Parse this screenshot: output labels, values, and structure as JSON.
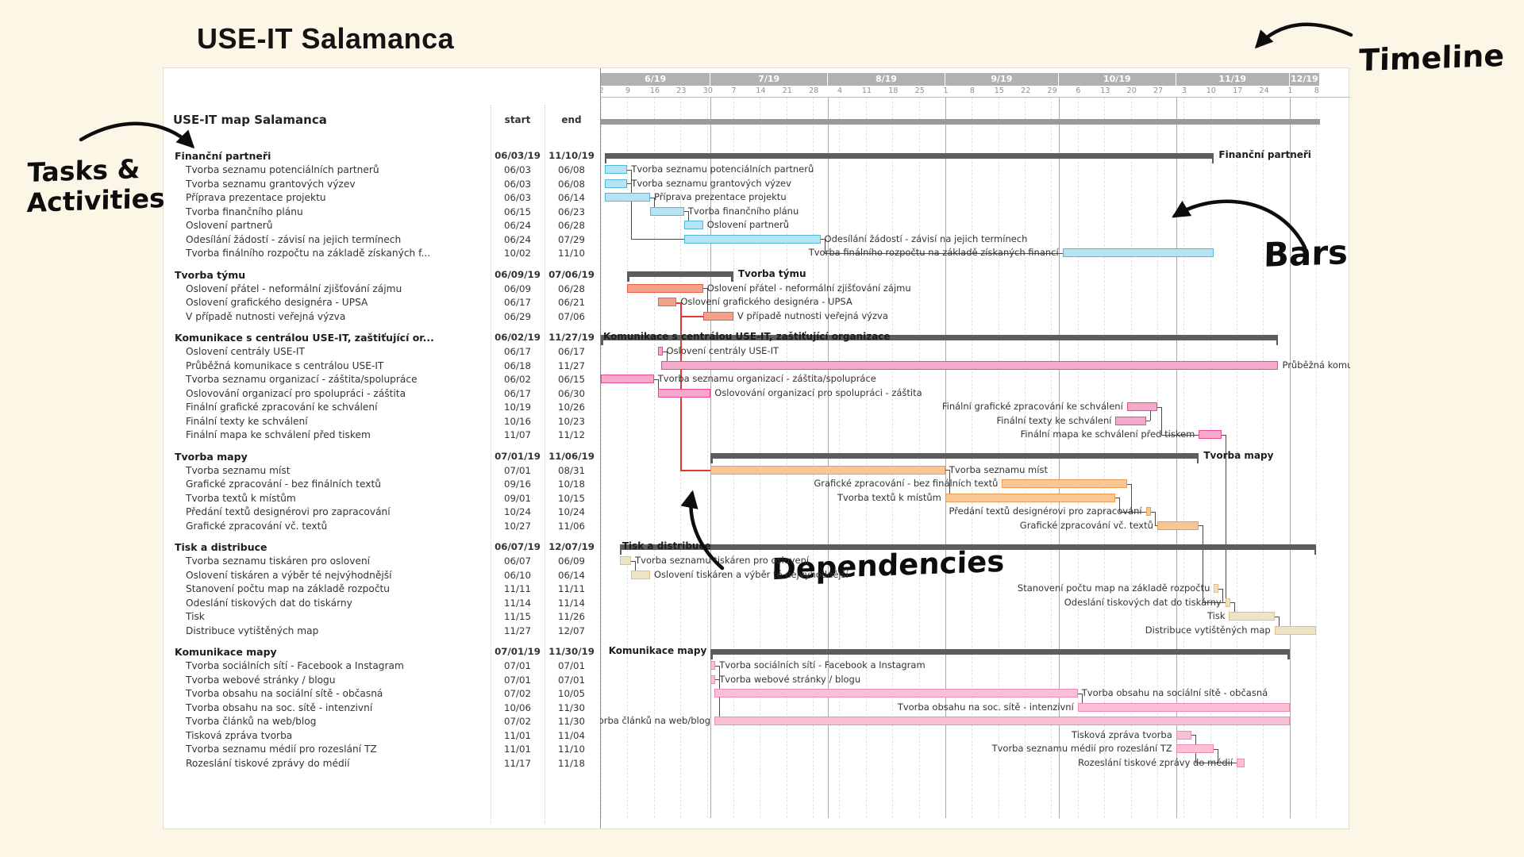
{
  "page": {
    "title": "USE-IT Salamanca"
  },
  "annotations": {
    "timeline": "Timeline",
    "tasks_line1": "Tasks &",
    "tasks_line2": "Activities",
    "bars": "Bars",
    "dependencies": "Dependencies"
  },
  "table": {
    "title": "USE-IT map Salamanca",
    "col_start": "start",
    "col_end": "end"
  },
  "chart_data": {
    "type": "bar",
    "subtype": "gantt-timeline",
    "date_format": "MM/DD (year 2019)",
    "range": {
      "start": "06/02",
      "end": "12/08"
    },
    "timeline": {
      "months": [
        {
          "label": "6/19",
          "from": "06/02",
          "to": "07/01"
        },
        {
          "label": "7/19",
          "from": "07/01",
          "to": "08/01"
        },
        {
          "label": "8/19",
          "from": "08/01",
          "to": "09/01"
        },
        {
          "label": "9/19",
          "from": "09/01",
          "to": "10/01"
        },
        {
          "label": "10/19",
          "from": "10/01",
          "to": "11/01"
        },
        {
          "label": "11/19",
          "from": "11/01",
          "to": "12/01"
        },
        {
          "label": "12/19",
          "from": "12/01",
          "to": "12/09"
        }
      ],
      "week_ticks": [
        {
          "label": "2",
          "date": "06/02"
        },
        {
          "label": "9",
          "date": "06/09"
        },
        {
          "label": "16",
          "date": "06/16"
        },
        {
          "label": "23",
          "date": "06/23"
        },
        {
          "label": "30",
          "date": "06/30"
        },
        {
          "label": "7",
          "date": "07/07"
        },
        {
          "label": "14",
          "date": "07/14"
        },
        {
          "label": "21",
          "date": "07/21"
        },
        {
          "label": "28",
          "date": "07/28"
        },
        {
          "label": "4",
          "date": "08/04"
        },
        {
          "label": "11",
          "date": "08/11"
        },
        {
          "label": "18",
          "date": "08/18"
        },
        {
          "label": "25",
          "date": "08/25"
        },
        {
          "label": "1",
          "date": "09/01"
        },
        {
          "label": "8",
          "date": "09/08"
        },
        {
          "label": "15",
          "date": "09/15"
        },
        {
          "label": "22",
          "date": "09/22"
        },
        {
          "label": "29",
          "date": "09/29"
        },
        {
          "label": "6",
          "date": "10/06"
        },
        {
          "label": "13",
          "date": "10/13"
        },
        {
          "label": "20",
          "date": "10/20"
        },
        {
          "label": "27",
          "date": "10/27"
        },
        {
          "label": "3",
          "date": "11/03"
        },
        {
          "label": "10",
          "date": "11/10"
        },
        {
          "label": "17",
          "date": "11/17"
        },
        {
          "label": "24",
          "date": "11/24"
        },
        {
          "label": "1",
          "date": "12/01"
        },
        {
          "label": "8",
          "date": "12/08"
        }
      ],
      "month_boundaries": [
        "07/01",
        "08/01",
        "09/01",
        "10/01",
        "11/01",
        "12/01"
      ]
    },
    "colors": {
      "summary_bar": "#5d5d5d",
      "project_bar": "#9a9a9a",
      "dependency": "#4a4a4a",
      "dependency_highlight": "#e0392e"
    },
    "project": {
      "name": "USE-IT map Salamanca",
      "start": "06/02",
      "end": "12/08"
    },
    "sections": [
      {
        "id": "s1",
        "name": "Finanční partneři",
        "start": "06/03/19",
        "end": "11/10/19",
        "bar": {
          "start": "06/03",
          "end": "11/10"
        },
        "label_pos": "right",
        "fill": "#b5e3f2",
        "border": "#53b9d8",
        "tasks": [
          {
            "id": "s1t1",
            "name": "Tvorba seznamu potenciálních partnerů",
            "start": "06/03",
            "end": "06/08",
            "label_pos": "right"
          },
          {
            "id": "s1t2",
            "name": "Tvorba seznamu grantových výzev",
            "start": "06/03",
            "end": "06/08",
            "label_pos": "right"
          },
          {
            "id": "s1t3",
            "name": "Příprava prezentace projektu",
            "start": "06/03",
            "end": "06/14",
            "label_pos": "right"
          },
          {
            "id": "s1t4",
            "name": "Tvorba finančního plánu",
            "start": "06/15",
            "end": "06/23",
            "label_pos": "right"
          },
          {
            "id": "s1t5",
            "name": "Oslovení partnerů",
            "start": "06/24",
            "end": "06/28",
            "label_pos": "right"
          },
          {
            "id": "s1t6",
            "name": "Odesílání žádostí - závisí na jejich termínech",
            "start": "06/24",
            "end": "07/29",
            "label_pos": "right"
          },
          {
            "id": "s1t7",
            "name": "Tvorba finálního rozpočtu na základě získaných financí",
            "table_name": "Tvorba finálního rozpočtu na základě získaných f...",
            "start": "10/02",
            "end": "11/10",
            "label_pos": "left"
          }
        ]
      },
      {
        "id": "s2",
        "name": "Tvorba týmu",
        "start": "06/09/19",
        "end": "07/06/19",
        "bar": {
          "start": "06/09",
          "end": "07/06"
        },
        "label_pos": "right",
        "fill": "#f3a18c",
        "border": "#e85f4a",
        "tasks": [
          {
            "id": "s2t1",
            "name": "Oslovení přátel - neformální zjišťování zájmu",
            "start": "06/09",
            "end": "06/28",
            "label_pos": "right"
          },
          {
            "id": "s2t2",
            "name": "Oslovení grafického designéra - UPSA",
            "start": "06/17",
            "end": "06/21",
            "label_pos": "right"
          },
          {
            "id": "s2t3",
            "name": "V případě nutnosti veřejná výzva",
            "start": "06/29",
            "end": "07/06",
            "label_pos": "right"
          }
        ]
      },
      {
        "id": "s3",
        "name": "Komunikace s centrálou USE-IT, zaštiťující organizace",
        "table_name": "Komunikace s centrálou USE-IT, zaštiťující or...",
        "start": "06/02/19",
        "end": "11/27/19",
        "bar": {
          "start": "06/02",
          "end": "11/27"
        },
        "label_pos": "overlap",
        "fill": "#f6a9ca",
        "border": "#e44b92",
        "tasks": [
          {
            "id": "s3t1",
            "name": "Oslovení centrály USE-IT",
            "start": "06/17",
            "end": "06/17",
            "label_pos": "right"
          },
          {
            "id": "s3t2",
            "name": "Průběžná komunikace s centrálou USE-IT",
            "start": "06/18",
            "end": "11/27",
            "label_pos": "right"
          },
          {
            "id": "s3t3",
            "name": "Tvorba seznamu organizací - záštita/spolupráce",
            "start": "06/02",
            "end": "06/15",
            "label_pos": "right"
          },
          {
            "id": "s3t4",
            "name": "Oslovování organizací pro spolupráci - záštita",
            "start": "06/17",
            "end": "06/30",
            "label_pos": "right"
          },
          {
            "id": "s3t5",
            "name": "Finální grafické zpracování ke schválení",
            "start": "10/19",
            "end": "10/26",
            "label_pos": "left"
          },
          {
            "id": "s3t6",
            "name": "Finální texty ke schválení",
            "start": "10/16",
            "end": "10/23",
            "label_pos": "left"
          },
          {
            "id": "s3t7",
            "name": "Finální mapa ke schválení před tiskem",
            "start": "11/07",
            "end": "11/12",
            "label_pos": "left"
          }
        ]
      },
      {
        "id": "s4",
        "name": "Tvorba mapy",
        "start": "07/01/19",
        "end": "11/06/19",
        "bar": {
          "start": "07/01",
          "end": "11/06"
        },
        "label_pos": "right",
        "fill": "#f9c795",
        "border": "#f09a4e",
        "tasks": [
          {
            "id": "s4t1",
            "name": "Tvorba seznamu míst",
            "start": "07/01",
            "end": "08/31",
            "label_pos": "right"
          },
          {
            "id": "s4t2",
            "name": "Grafické zpracování - bez finálních textů",
            "start": "09/16",
            "end": "10/18",
            "label_pos": "left"
          },
          {
            "id": "s4t3",
            "name": "Tvorba textů k místům",
            "start": "09/01",
            "end": "10/15",
            "label_pos": "left"
          },
          {
            "id": "s4t4",
            "name": "Předání textů designérovi pro zapracování",
            "start": "10/24",
            "end": "10/24",
            "label_pos": "left"
          },
          {
            "id": "s4t5",
            "name": "Grafické zpracování vč. textů",
            "start": "10/27",
            "end": "11/06",
            "label_pos": "left"
          }
        ]
      },
      {
        "id": "s5",
        "name": "Tisk a distribuce",
        "start": "06/07/19",
        "end": "12/07/19",
        "bar": {
          "start": "06/07",
          "end": "12/07"
        },
        "label_pos": "overlap",
        "fill": "#ede3c6",
        "border": "#dfc08a",
        "tasks": [
          {
            "id": "s5t1",
            "name": "Tvorba seznamu tiskáren pro oslovení",
            "start": "06/07",
            "end": "06/09",
            "label_pos": "right"
          },
          {
            "id": "s5t2",
            "name": "Oslovení tiskáren a výběr té nejvýhodnější",
            "start": "06/10",
            "end": "06/14",
            "label_pos": "right"
          },
          {
            "id": "s5t3",
            "name": "Stanovení počtu map na základě rozpočtu",
            "start": "11/11",
            "end": "11/11",
            "label_pos": "left"
          },
          {
            "id": "s5t4",
            "name": "Odeslání tiskových dat do tiskárny",
            "start": "11/14",
            "end": "11/14",
            "label_pos": "left"
          },
          {
            "id": "s5t5",
            "name": "Tisk",
            "start": "11/15",
            "end": "11/26",
            "label_pos": "left"
          },
          {
            "id": "s5t6",
            "name": "Distribuce vytištěných map",
            "start": "11/27",
            "end": "12/07",
            "label_pos": "left"
          }
        ]
      },
      {
        "id": "s6",
        "name": "Komunikace mapy",
        "start": "07/01/19",
        "end": "11/30/19",
        "bar": {
          "start": "07/01",
          "end": "11/30"
        },
        "label_pos": "left",
        "fill": "#f9c0d8",
        "border": "#f08ab4",
        "tasks": [
          {
            "id": "s6t1",
            "name": "Tvorba sociálních sítí - Facebook a Instagram",
            "start": "07/01",
            "end": "07/01",
            "label_pos": "right"
          },
          {
            "id": "s6t2",
            "name": "Tvorba webové stránky / blogu",
            "start": "07/01",
            "end": "07/01",
            "label_pos": "right"
          },
          {
            "id": "s6t3",
            "name": "Tvorba obsahu na sociální sítě - občasná",
            "start": "07/02",
            "end": "10/05",
            "label_pos": "right"
          },
          {
            "id": "s6t4",
            "name": "Tvorba obsahu na soc. sítě - intenzivní",
            "start": "10/06",
            "end": "11/30",
            "label_pos": "left"
          },
          {
            "id": "s6t5",
            "name": "Tvorba článků na web/blog",
            "start": "07/02",
            "end": "11/30",
            "label_pos": "left"
          },
          {
            "id": "s6t6",
            "name": "Tisková zpráva tvorba",
            "start": "11/01",
            "end": "11/04",
            "label_pos": "left"
          },
          {
            "id": "s6t7",
            "name": "Tvorba seznamu médií pro rozeslání TZ",
            "start": "11/01",
            "end": "11/10",
            "label_pos": "left"
          },
          {
            "id": "s6t8",
            "name": "Rozeslání tiskové zprávy do médií",
            "start": "11/17",
            "end": "11/18",
            "label_pos": "left"
          }
        ]
      }
    ],
    "dependencies": [
      {
        "from": "s1t3",
        "to": "s1t4"
      },
      {
        "from": "s1t4",
        "to": "s1t5"
      },
      {
        "from": "s1t1",
        "to": "s1t6"
      },
      {
        "from": "s1t2",
        "to": "s1t6"
      },
      {
        "from": "s1t6",
        "to": "s1t7"
      },
      {
        "from": "s2t1",
        "to": "s2t3"
      },
      {
        "from": "s2t2",
        "to": "s2t3",
        "highlight": true
      },
      {
        "from": "s2t2",
        "to": "s4t1",
        "highlight": true
      },
      {
        "from": "s3t1",
        "to": "s3t2"
      },
      {
        "from": "s3t3",
        "to": "s3t4"
      },
      {
        "from": "s3t6",
        "to": "s3t5"
      },
      {
        "from": "s3t5",
        "to": "s3t7"
      },
      {
        "from": "s3t7",
        "to": "s5t4"
      },
      {
        "from": "s4t1",
        "to": "s4t3"
      },
      {
        "from": "s4t2",
        "to": "s4t4"
      },
      {
        "from": "s4t3",
        "to": "s4t4"
      },
      {
        "from": "s4t4",
        "to": "s4t5"
      },
      {
        "from": "s4t5",
        "to": "s5t4"
      },
      {
        "from": "s5t1",
        "to": "s5t2"
      },
      {
        "from": "s5t3",
        "to": "s5t4"
      },
      {
        "from": "s5t4",
        "to": "s5t5"
      },
      {
        "from": "s5t5",
        "to": "s5t6"
      },
      {
        "from": "s6t1",
        "to": "s6t3"
      },
      {
        "from": "s6t2",
        "to": "s6t5"
      },
      {
        "from": "s6t3",
        "to": "s6t4"
      },
      {
        "from": "s6t6",
        "to": "s6t8"
      },
      {
        "from": "s6t7",
        "to": "s6t8"
      }
    ]
  }
}
